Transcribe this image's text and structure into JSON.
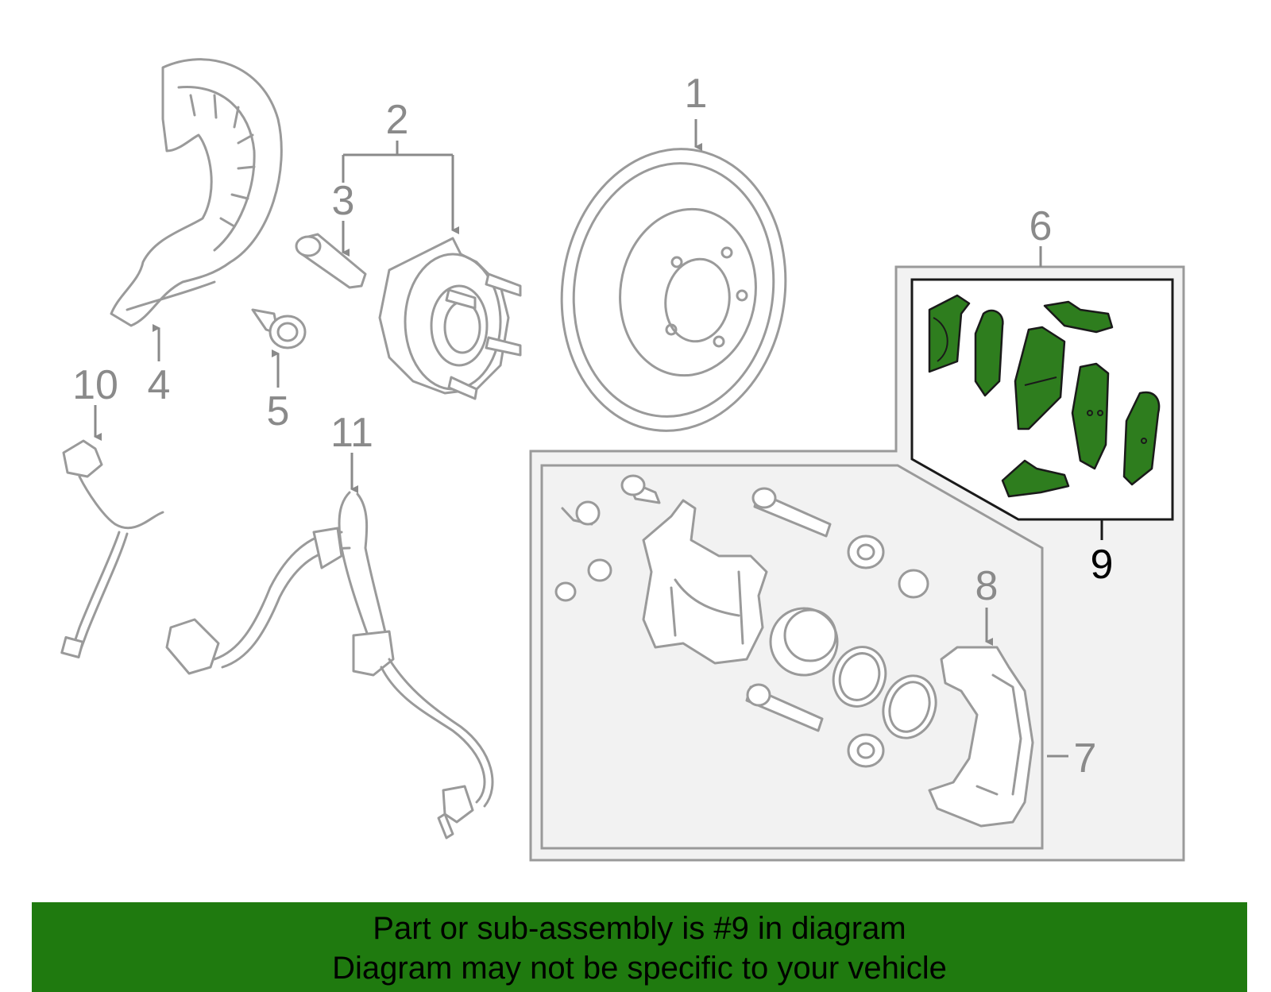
{
  "callouts": {
    "c1": "1",
    "c2": "2",
    "c3": "3",
    "c4": "4",
    "c5": "5",
    "c6": "6",
    "c7": "7",
    "c8": "8",
    "c9": "9",
    "c10": "10",
    "c11": "11"
  },
  "highlighted_part": "9",
  "colors": {
    "highlight": "#2e7d1e",
    "banner": "#1f7a0f",
    "outline": "#9a9a9a"
  },
  "banner": {
    "line1": "Part or sub-assembly is #9 in diagram",
    "line2": "Diagram may not be specific to your vehicle"
  }
}
